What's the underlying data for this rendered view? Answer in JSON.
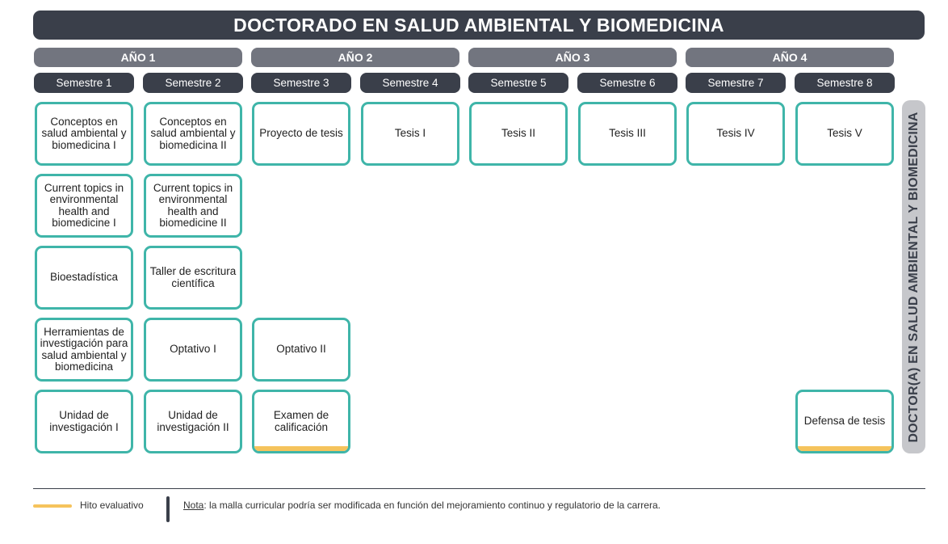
{
  "title": "DOCTORADO EN SALUD AMBIENTAL Y BIOMEDICINA",
  "years": [
    "AÑO 1",
    "AÑO 2",
    "AÑO 3",
    "AÑO 4"
  ],
  "semesters": [
    "Semestre 1",
    "Semestre 2",
    "Semestre 3",
    "Semestre 4",
    "Semestre 5",
    "Semestre 6",
    "Semestre 7",
    "Semestre 8"
  ],
  "courses": {
    "c_1_1": "Conceptos en salud ambiental y biomedicina I",
    "c_1_2": "Current topics in environmental health and biomedicine I",
    "c_1_3": "Bioestadística",
    "c_1_4": "Herramientas de investigación para salud ambiental y biomedicina",
    "c_1_5": "Unidad de investigación I",
    "c_2_1": "Conceptos en salud ambiental y biomedicina II",
    "c_2_2": "Current topics in environmental health and biomedicine II",
    "c_2_3": "Taller de escritura científica",
    "c_2_4": "Optativo I",
    "c_2_5": "Unidad de investigación II",
    "c_3_1": "Proyecto de tesis",
    "c_3_4": "Optativo II",
    "c_3_5": "Examen de calificación",
    "c_4_1": "Tesis I",
    "c_5_1": "Tesis II",
    "c_6_1": "Tesis III",
    "c_7_1": "Tesis IV",
    "c_8_1": "Tesis V",
    "c_8_5": "Defensa de tesis"
  },
  "side_label": "DOCTOR(A) EN SALUD AMBIENTAL Y BIOMEDICINA",
  "legend": {
    "hito_label": "Hito evaluativo",
    "hito_color": "#f5c35c"
  },
  "note": {
    "label": "Nota",
    "text": ": la malla curricular podría ser modificada en función del mejoramiento continuo y regulatorio de la carrera."
  },
  "colors": {
    "dark": "#3a3f4a",
    "year_bg": "#72757f",
    "course_border": "#3fb5a9",
    "side_bg": "#c6c7cb"
  }
}
